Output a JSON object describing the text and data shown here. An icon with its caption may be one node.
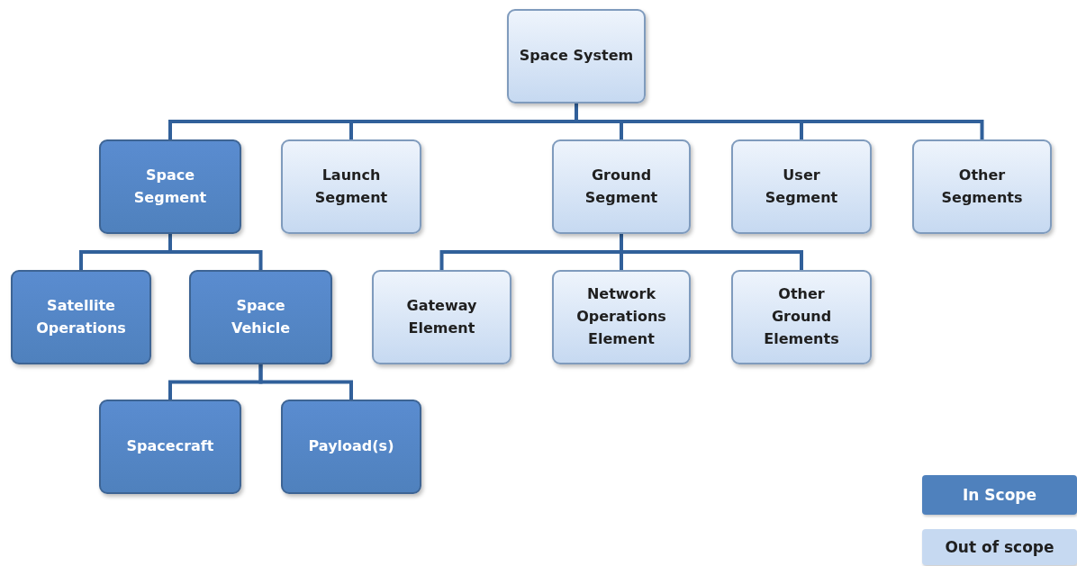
{
  "diagram": {
    "nodes": [
      {
        "text": [
          "Space System"
        ]
      },
      {
        "text": [
          "Space Segment"
        ]
      },
      {
        "text": [
          "Launch Segment"
        ]
      },
      {
        "text": [
          "Ground Segment"
        ]
      },
      {
        "text": [
          "User Segment"
        ]
      },
      {
        "text": [
          "Other Segments"
        ]
      },
      {
        "text": [
          "Satellite Operations"
        ]
      },
      {
        "text": [
          "Space Vehicle"
        ]
      },
      {
        "text": [
          "Gateway Element"
        ]
      },
      {
        "text": [
          "Network Operations Element"
        ]
      },
      {
        "text": [
          "Other Ground Elements"
        ]
      },
      {
        "text": [
          "Spacecraft"
        ]
      },
      {
        "text": [
          "Payload(s)"
        ]
      }
    ],
    "edges": [
      {
        "from": 0,
        "to": 1,
        "arrow": "none"
      },
      {
        "from": 0,
        "to": 2,
        "arrow": "none"
      },
      {
        "from": 0,
        "to": 3,
        "arrow": "none"
      },
      {
        "from": 0,
        "to": 4,
        "arrow": "none"
      },
      {
        "from": 0,
        "to": 5,
        "arrow": "none"
      },
      {
        "from": 1,
        "to": 6,
        "arrow": "none"
      },
      {
        "from": 1,
        "to": 7,
        "arrow": "none"
      },
      {
        "from": 3,
        "to": 8,
        "arrow": "none"
      },
      {
        "from": 3,
        "to": 9,
        "arrow": "none"
      },
      {
        "from": 3,
        "to": 10,
        "arrow": "none"
      },
      {
        "from": 7,
        "to": 11,
        "arrow": "none"
      },
      {
        "from": 7,
        "to": 12,
        "arrow": "none"
      }
    ],
    "legend": [
      {
        "text": "In Scope",
        "color": "#4f81bd"
      },
      {
        "text": "Out of scope",
        "color": "#c6d9f1"
      }
    ]
  }
}
